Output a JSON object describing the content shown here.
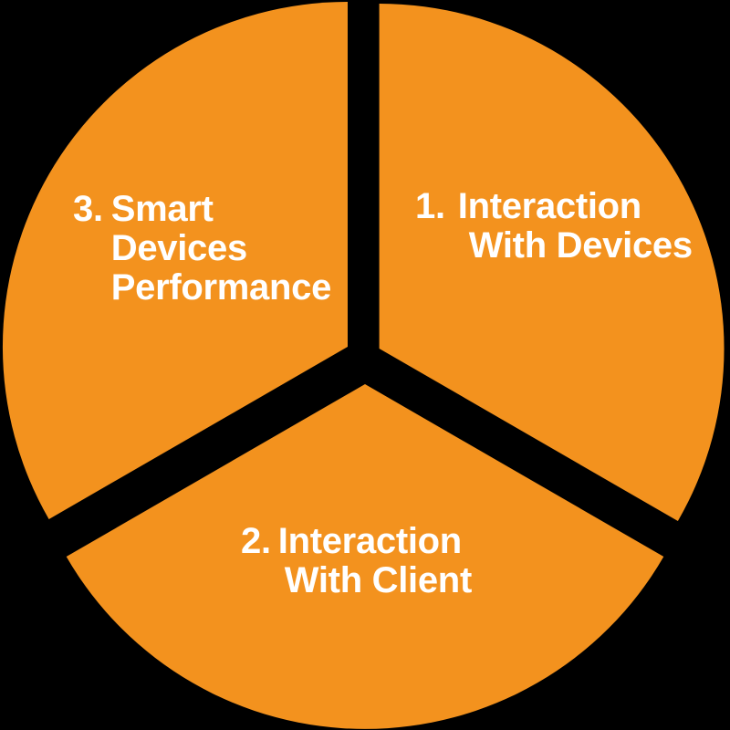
{
  "background_color": "#000000",
  "diagram": {
    "type": "exploded-pie-3-sections",
    "slice_color": "#F3921E",
    "text_color": "#FFFFFF",
    "slices": [
      {
        "number": "1.",
        "lines": [
          "Interaction",
          "With Devices"
        ]
      },
      {
        "number": "2.",
        "lines": [
          "Interaction",
          "With Client"
        ]
      },
      {
        "number": "3.",
        "lines": [
          "Smart",
          "Devices",
          "Performance"
        ]
      }
    ]
  }
}
